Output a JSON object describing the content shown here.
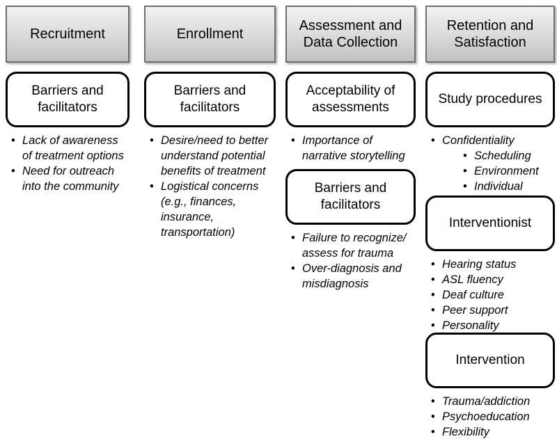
{
  "figure": {
    "columns": [
      {
        "header": "Recruitment",
        "sections": [
          {
            "box_label": "Barriers and\nfacilitators",
            "bullets": [
              {
                "text": "Lack of awareness\nof treatment options",
                "level": 1
              },
              {
                "text": "Need for outreach\ninto the community",
                "level": 1
              }
            ]
          }
        ]
      },
      {
        "header": "Enrollment",
        "sections": [
          {
            "box_label": "Barriers and\nfacilitators",
            "bullets": [
              {
                "text": "Desire/need to better\nunderstand potential\nbenefits of treatment",
                "level": 1
              },
              {
                "text": "Logistical concerns\n(e.g., finances,\ninsurance,\ntransportation)",
                "level": 1
              }
            ]
          }
        ]
      },
      {
        "header": "Assessment and\nData Collection",
        "sections": [
          {
            "box_label": "Acceptability of\nassessments",
            "bullets": [
              {
                "text": "Importance of\nnarrative storytelling",
                "level": 1
              }
            ]
          },
          {
            "box_label": "Barriers and\nfacilitators",
            "bullets": [
              {
                "text": "Failure to recognize/\nassess for trauma",
                "level": 1
              },
              {
                "text": "Over-diagnosis and\nmisdiagnosis",
                "level": 1
              }
            ]
          }
        ]
      },
      {
        "header": "Retention and\nSatisfaction",
        "sections": [
          {
            "box_label": "Study procedures",
            "bullets": [
              {
                "text": "Confidentiality",
                "level": 1
              },
              {
                "text": "Scheduling",
                "level": 2
              },
              {
                "text": "Environment",
                "level": 2
              },
              {
                "text": "Individual",
                "level": 2
              }
            ]
          },
          {
            "box_label": "Interventionist",
            "bullets": [
              {
                "text": "Hearing status",
                "level": 1
              },
              {
                "text": "ASL fluency",
                "level": 1
              },
              {
                "text": "Deaf culture",
                "level": 1
              },
              {
                "text": "Peer support",
                "level": 1
              },
              {
                "text": "Personality",
                "level": 1
              }
            ]
          },
          {
            "box_label": "Intervention",
            "bullets": [
              {
                "text": "Trauma/addiction",
                "level": 1
              },
              {
                "text": "Psychoeducation",
                "level": 1
              },
              {
                "text": "Flexibility",
                "level": 1
              }
            ]
          }
        ]
      }
    ],
    "colors": {
      "header_gradient_top": "#f2f2f2",
      "header_gradient_bottom": "#c1c1c1",
      "header_border": "#6e6e6e",
      "theme_box_border": "#000000",
      "theme_box_fill": "#ffffff",
      "text": "#000000",
      "background": "#ffffff"
    }
  }
}
